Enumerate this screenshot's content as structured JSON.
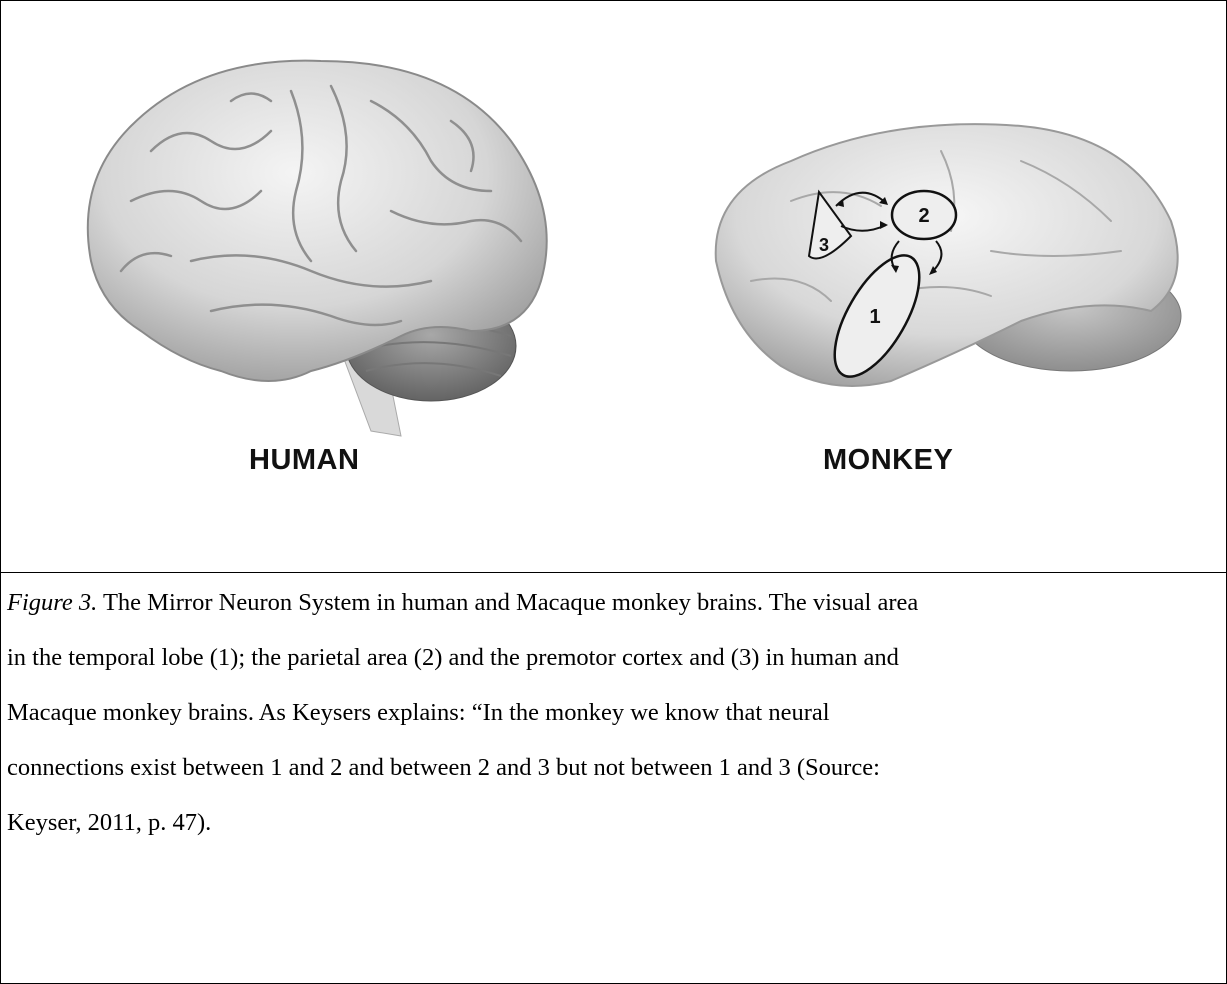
{
  "figure": {
    "human_label": "HUMAN",
    "monkey_label": "MONKEY",
    "area_markers": [
      "3",
      "2",
      "1"
    ]
  },
  "caption": {
    "figure_number": "Figure 3.",
    "lines": [
      " The Mirror Neuron System in human and Macaque monkey brains. The visual area",
      "in the temporal lobe (1); the parietal area (2) and the premotor cortex and (3) in human and",
      "Macaque monkey brains.  As Keysers explains: “In the monkey we know that neural",
      "connections exist between 1 and 2 and between 2 and 3 but not between 1 and 3 (Source:",
      "Keyser, 2011, p. 47)."
    ]
  }
}
